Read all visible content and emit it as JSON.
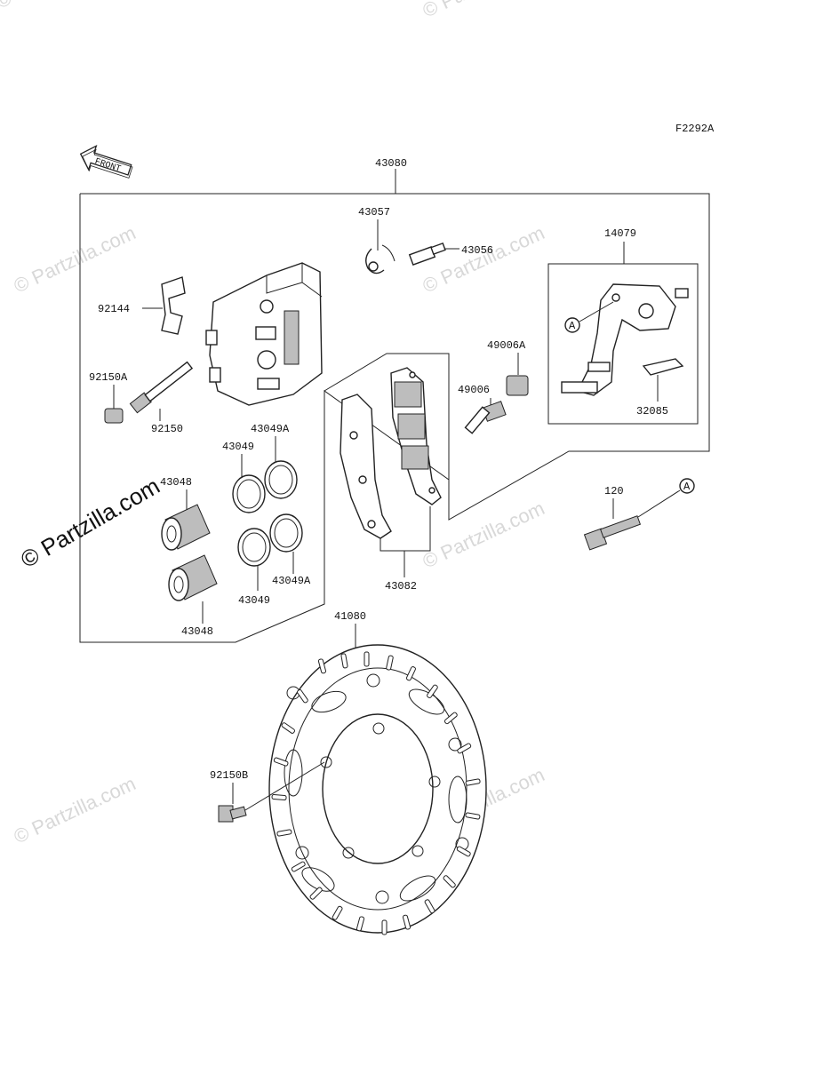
{
  "figure_code": "F2292A",
  "front_label": "FRONT",
  "watermarks": {
    "side_text": "© Partzilla.com",
    "faint_text": "© Partzilla.com"
  },
  "callouts": {
    "assembly_caliper": "43080",
    "fitting": "43057",
    "bleed_valve": "43056",
    "holder": "14079",
    "spring": "92144",
    "cap_a": "92150A",
    "pin": "92150",
    "boot_a": "49006A",
    "pin_slide": "49006",
    "pad_spring": "32085",
    "seal_a_top": "43049A",
    "seal_top": "43049",
    "piston_top": "43048",
    "seal_bottom": "43049",
    "seal_a_bottom": "43049A",
    "piston_bottom": "43048",
    "pads": "43082",
    "bolt": "120",
    "bolt_ref": "A",
    "holder_ref": "A",
    "disc": "41080",
    "disc_bolt": "92150B"
  },
  "colors": {
    "line": "#222222",
    "watermark": "#d8d8d8",
    "shade": "#bdbdbd"
  }
}
